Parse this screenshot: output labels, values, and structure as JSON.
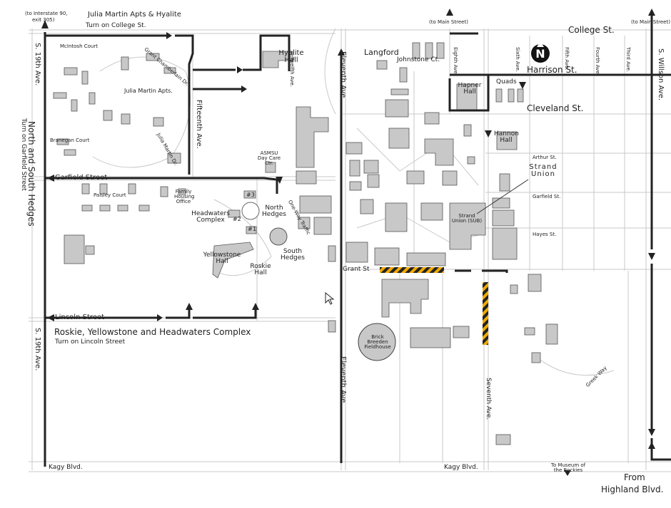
{
  "routes": {
    "julia_martin_title": "Julia Martin Apts & Hyalite",
    "julia_martin_turn": "Turn on College St.",
    "roskie_title": "Roskie, Yellowstone and Headwaters Complex",
    "roskie_turn": "Turn on Lincoln Street",
    "hedges_title": "North and South Hedges",
    "hedges_turn": "Turn on Garfield Street",
    "from_highland": "From",
    "from_highland2": "Highland Blvd."
  },
  "streets": {
    "interstate": "(to Interstate 90,",
    "interstate2": "exit 305)",
    "to_main1": "(to Main Street)",
    "to_main2": "(to Main Street)",
    "college": "College St.",
    "harrison": "Harrison St.",
    "cleveland": "Cleveland St.",
    "s19th_top": "S. 19th Ave.",
    "s19th_bottom": "S. 19th Ave.",
    "garfield": "Garfield Street",
    "lincoln": "Lincoln Street",
    "fifteenth": "Fifteenth Ave.",
    "eleventh_top": "Eleventh Ave.",
    "eleventh_bottom": "Eleventh Ave.",
    "seventh": "Seventh Ave.",
    "s_willson": "S. Willson Ave.",
    "grant": "Grant St",
    "kagy_left": "Kagy Blvd.",
    "kagy_right": "Kagy Blvd.",
    "museum": "To Museum of the Rockies",
    "one_way": "One-Way Traffic",
    "sixth": "Sixth Ave.",
    "fifth": "Fifth Ave.",
    "fourth": "Fourth Ave.",
    "third": "Third Ave.",
    "eighth": "Eighth Ave.",
    "arthur": "Arthur St.",
    "garfield_small": "Garfield St.",
    "hayes": "Hayes St.",
    "greek_way": "Greek Way",
    "twelfth": "Twelfth Ave."
  },
  "buildings": {
    "hyalite": "Hyalite Hall",
    "langford": "Langford",
    "johnstone": "Johnstone Ct.",
    "hapner": "Hapner Hall",
    "quads": "Quads",
    "hannon": "Hannon Hall",
    "strand_label": "Strand Union",
    "strand_small": "Strand Union (SUB)",
    "julia_martin": "Julia Martin Apts.",
    "north_hedges": "North Hedges",
    "south_hedges": "South Hedges",
    "headwaters": "Headwaters Complex",
    "yellowstone": "Yellowstone Hall",
    "roskie": "Roskie Hall",
    "fieldhouse": "Brick Breeden Fieldhouse",
    "daycare": "ASMSU Day Care Ctr.",
    "family_housing": "Family Housing Office",
    "num2": "#2",
    "num3": "#3",
    "num1": "#1",
    "mcintosh": "McIntosh Court",
    "paisley": "Paisley Court",
    "branegan": "Branegan Court",
    "grant_chamberlain": "Grant Chamberlain Dr.",
    "julia_martin_dr": "Julia Martin Dr."
  },
  "icons": {
    "north_arrow": "north-arrow-icon",
    "cursor": "mouse-cursor-icon"
  }
}
